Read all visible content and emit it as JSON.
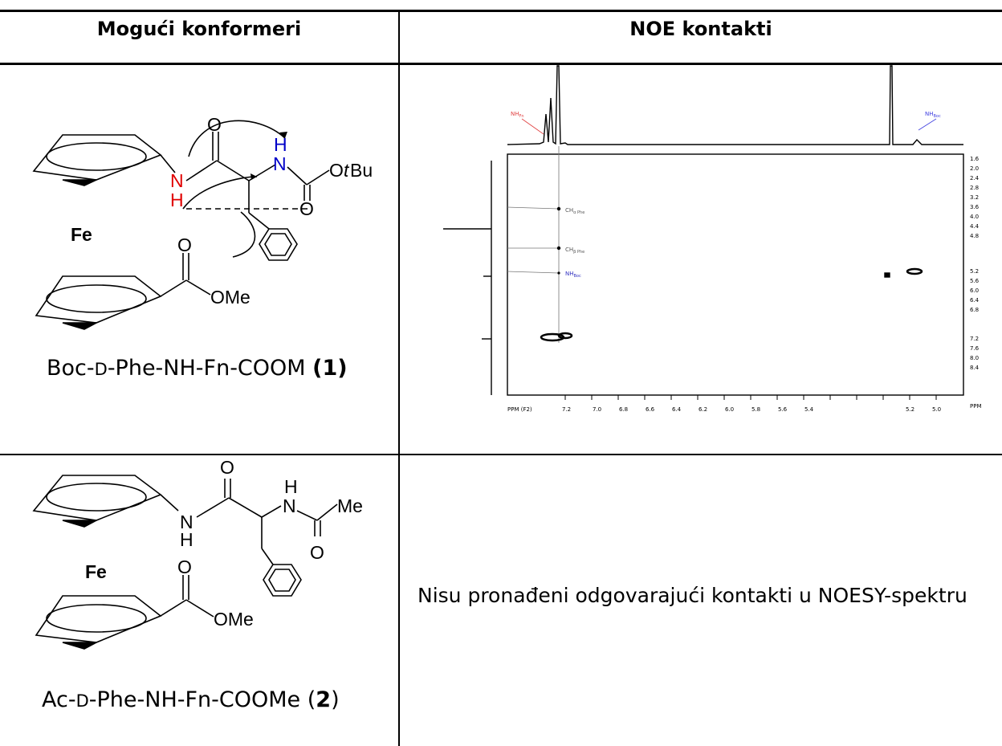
{
  "table": {
    "headers": [
      "Mogući konformeri",
      "NOE kontakti"
    ],
    "rows": [
      {
        "molecule": {
          "fe": "Fe",
          "o": "O",
          "ome": "OMe",
          "n": "N",
          "h": "H",
          "otbu_o": "O",
          "otbu_t": "t",
          "otbu_bu": "Bu"
        },
        "caption": {
          "pre": "Boc-",
          "d": "D",
          "post": "-Phe-NH-Fn-COOM ",
          "num": "(1)"
        }
      },
      {
        "molecule": {
          "fe": "Fe",
          "o": "O",
          "ome": "OMe",
          "n": "N",
          "h": "H",
          "me": "Me"
        },
        "caption": {
          "pre": "Ac-",
          "d": "D",
          "post": "-Phe-NH-Fn-COOMe (",
          "num": "2",
          "close": ")"
        },
        "noe_text": "Nisu pronađeni odgovarajući kontakti u NOESY-spektru"
      }
    ]
  },
  "spectrum": {
    "label_nh_fn": "NH",
    "label_nh_fn_sub": "Fn",
    "label_nh_boc": "NH",
    "label_nh_boc_sub": "Boc",
    "label_ch_a": "CH",
    "label_ch_a_sub": "α Phe",
    "label_ch_b": "CH",
    "label_ch_b_sub": "β Phe",
    "label_nh_boc2": "NH",
    "label_nh_boc2_sub": "Boc",
    "f2_label": "PPM (F2)",
    "f1_unit": "PPM",
    "x_ticks": [
      "7.2",
      "7.0",
      "6.8",
      "6.6",
      "6.4",
      "6.2",
      "6.0",
      "5.8",
      "5.6",
      "5.4",
      "5.2",
      "5.0"
    ],
    "y_ticks": [
      "1.6",
      "2.0",
      "2.4",
      "2.8",
      "3.2",
      "3.6",
      "4.0",
      "4.4",
      "4.8",
      "5.2",
      "5.6",
      "6.0",
      "6.4",
      "6.8",
      "7.2",
      "7.6",
      "8.0",
      "8.4"
    ]
  }
}
